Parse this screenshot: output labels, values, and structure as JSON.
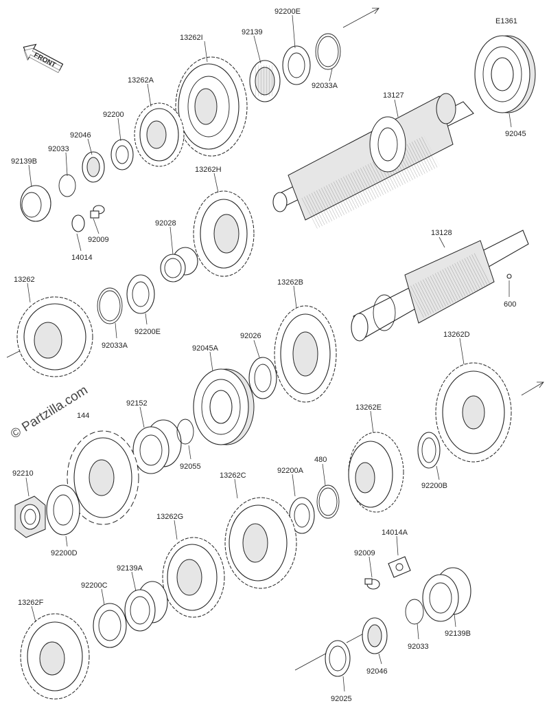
{
  "diagram_id": "E1361",
  "front_label": "FRONT",
  "watermark": "© Partzilla.com",
  "parts": [
    {
      "id": "p92200E_top",
      "label": "92200E"
    },
    {
      "id": "p92139",
      "label": "92139"
    },
    {
      "id": "p13262I",
      "label": "13262I"
    },
    {
      "id": "p13262A",
      "label": "13262A"
    },
    {
      "id": "p92200",
      "label": "92200"
    },
    {
      "id": "p92046_top",
      "label": "92046"
    },
    {
      "id": "p92033_top",
      "label": "92033"
    },
    {
      "id": "p92139B_top",
      "label": "92139B"
    },
    {
      "id": "p92033A_top",
      "label": "92033A"
    },
    {
      "id": "p13127",
      "label": "13127"
    },
    {
      "id": "p92045",
      "label": "92045"
    },
    {
      "id": "p92009_top",
      "label": "92009"
    },
    {
      "id": "p14014",
      "label": "14014"
    },
    {
      "id": "p13262H",
      "label": "13262H"
    },
    {
      "id": "p92028",
      "label": "92028"
    },
    {
      "id": "p13128",
      "label": "13128"
    },
    {
      "id": "p600",
      "label": "600"
    },
    {
      "id": "p13262",
      "label": "13262"
    },
    {
      "id": "p92033A_mid",
      "label": "92033A"
    },
    {
      "id": "p92200E_mid",
      "label": "92200E"
    },
    {
      "id": "p13262B",
      "label": "13262B"
    },
    {
      "id": "p92026",
      "label": "92026"
    },
    {
      "id": "p92045A",
      "label": "92045A"
    },
    {
      "id": "p13262D",
      "label": "13262D"
    },
    {
      "id": "p92152",
      "label": "92152"
    },
    {
      "id": "p144",
      "label": "144"
    },
    {
      "id": "p92055",
      "label": "92055"
    },
    {
      "id": "p13262E",
      "label": "13262E"
    },
    {
      "id": "p480",
      "label": "480"
    },
    {
      "id": "p92200A",
      "label": "92200A"
    },
    {
      "id": "p92200B",
      "label": "92200B"
    },
    {
      "id": "p92210",
      "label": "92210"
    },
    {
      "id": "p92200D",
      "label": "92200D"
    },
    {
      "id": "p13262C",
      "label": "13262C"
    },
    {
      "id": "p14014A",
      "label": "14014A"
    },
    {
      "id": "p92009_bot",
      "label": "92009"
    },
    {
      "id": "p13262G",
      "label": "13262G"
    },
    {
      "id": "p92139A",
      "label": "92139A"
    },
    {
      "id": "p92200C",
      "label": "92200C"
    },
    {
      "id": "p13262F",
      "label": "13262F"
    },
    {
      "id": "p92139B_bot",
      "label": "92139B"
    },
    {
      "id": "p92033_bot",
      "label": "92033"
    },
    {
      "id": "p92046_bot",
      "label": "92046"
    },
    {
      "id": "p92025",
      "label": "92025"
    }
  ]
}
